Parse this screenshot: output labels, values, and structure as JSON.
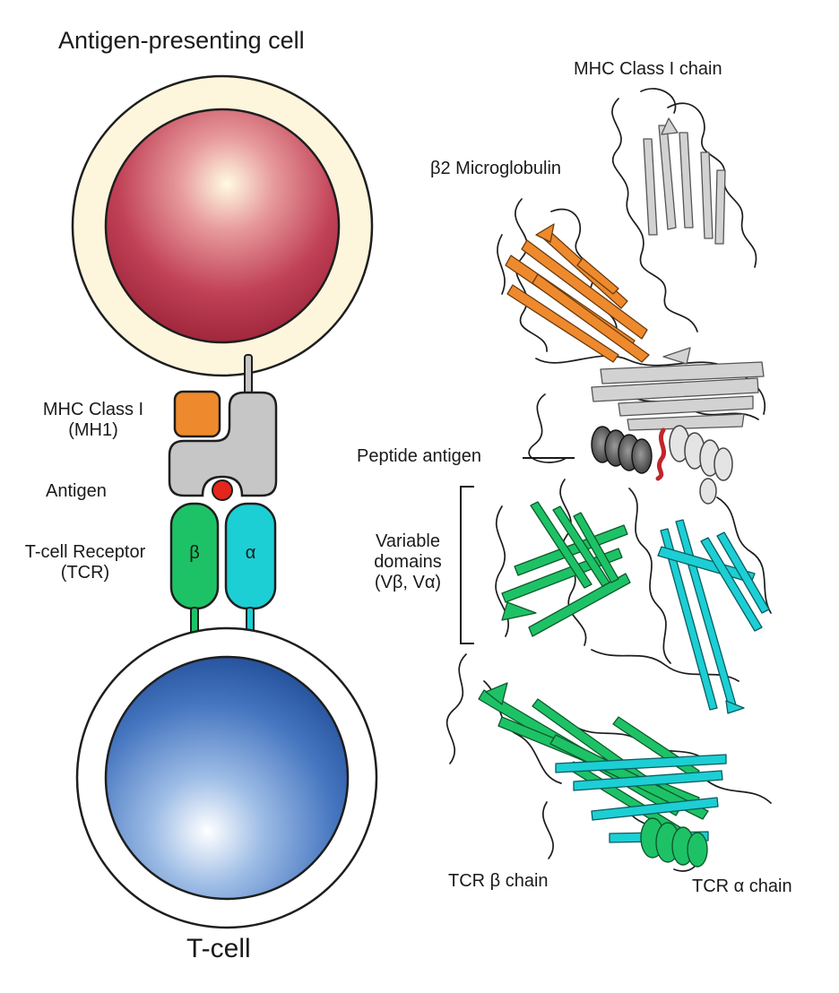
{
  "left_diagram": {
    "title": "Antigen-presenting cell",
    "mhc_label_line1": "MHC Class I",
    "mhc_label_line2": "(MH1)",
    "antigen_label": "Antigen",
    "tcr_label_line1": "T-cell Receptor",
    "tcr_label_line2": "(TCR)",
    "beta_symbol": "β",
    "alpha_symbol": "α",
    "bottom_label": "T-cell"
  },
  "right_structure": {
    "mhc_chain_label": "MHC Class I chain",
    "b2m_label": "β2 Microglobulin",
    "peptide_label": "Peptide antigen",
    "variable_line1": "Variable",
    "variable_line2": "domains",
    "variable_line3": "(Vβ, Vα)",
    "tcr_beta_chain_label": "TCR β chain",
    "tcr_alpha_chain_label": "TCR α chain"
  },
  "colors": {
    "apc_membrane": "#fdf6dd",
    "apc_nucleus": "#b03248",
    "tcell_nucleus": "#2f5ea8",
    "mhc_gray": "#c6c6c6",
    "b2m_orange": "#ee8a2d",
    "antigen_red": "#e5261c",
    "tcr_beta_green": "#1ec266",
    "tcr_alpha_cyan": "#1ccfd4",
    "peptide_darkred": "#c0262b"
  }
}
